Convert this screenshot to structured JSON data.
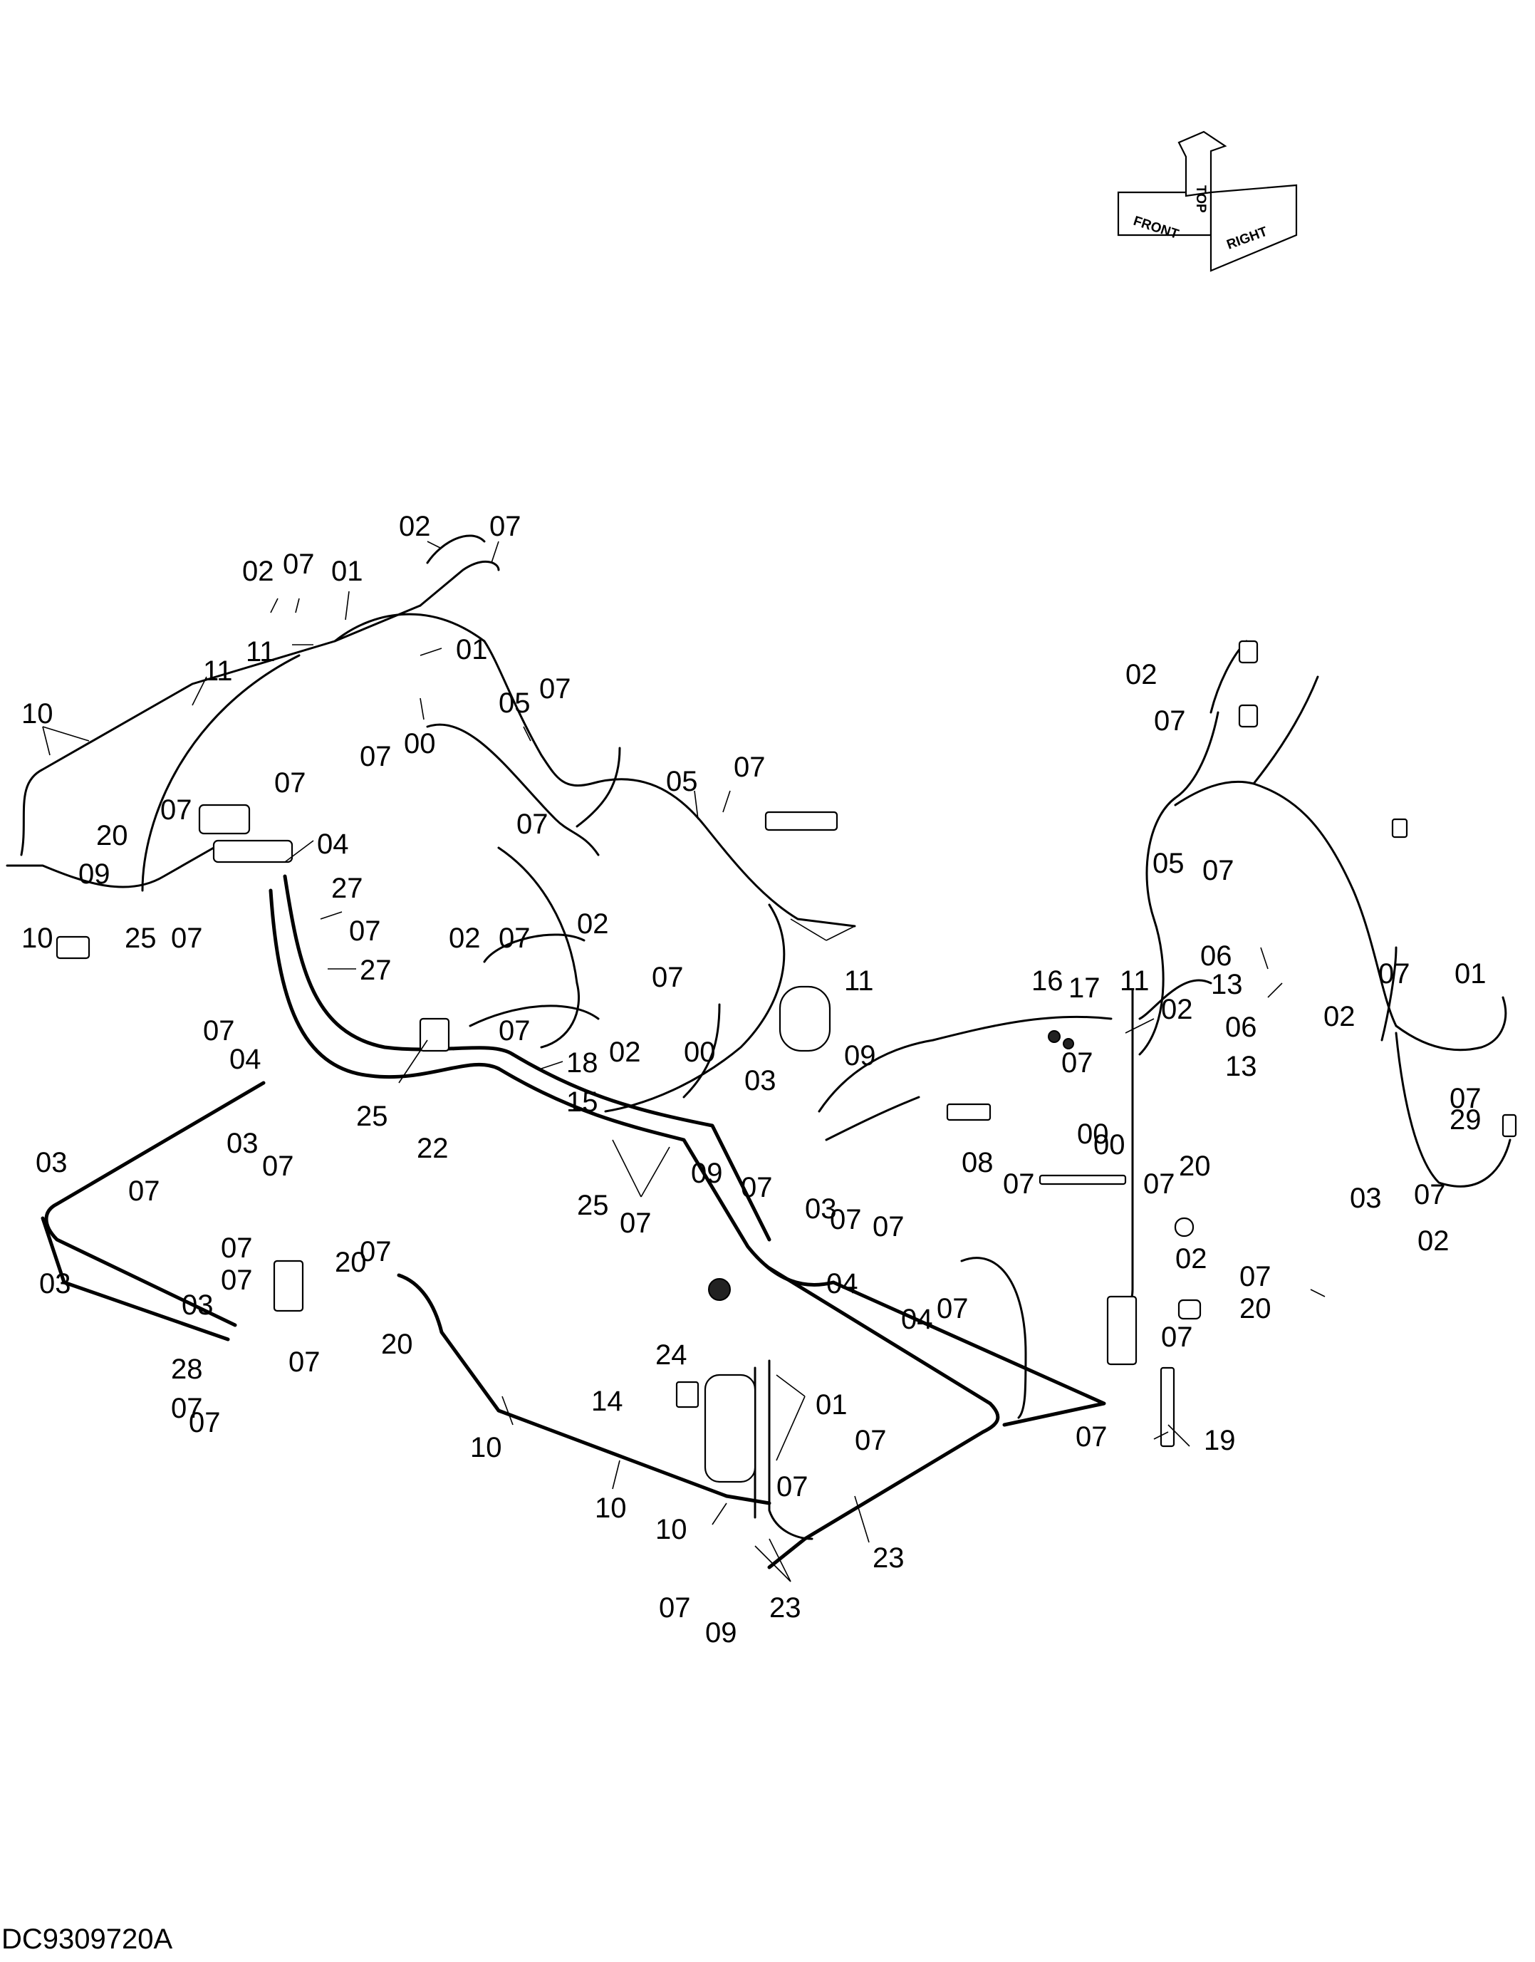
{
  "drawing_id": "DC9309720A",
  "orientation": {
    "top": "TOP",
    "front": "FRONT",
    "right": "RIGHT"
  },
  "callouts": [
    "02",
    "07",
    "02",
    "07",
    "01",
    "11",
    "01",
    "11",
    "10",
    "05",
    "07",
    "07",
    "00",
    "05",
    "07",
    "07",
    "07",
    "04",
    "20",
    "09",
    "27",
    "07",
    "02",
    "10",
    "25",
    "07",
    "07",
    "27",
    "02",
    "07",
    "07",
    "04",
    "07",
    "02",
    "11",
    "25",
    "18",
    "15",
    "22",
    "07",
    "00",
    "03",
    "07",
    "03",
    "07",
    "03",
    "07",
    "25",
    "07",
    "09",
    "07",
    "03",
    "07",
    "09",
    "08",
    "07",
    "03",
    "07",
    "02",
    "07",
    "05",
    "07",
    "06",
    "13",
    "16",
    "17",
    "11",
    "02",
    "07",
    "02",
    "01",
    "06",
    "13",
    "00",
    "07",
    "29",
    "07",
    "20",
    "07",
    "02",
    "07",
    "02",
    "20",
    "07",
    "03",
    "07",
    "20",
    "07",
    "03",
    "07",
    "20",
    "28",
    "07",
    "07",
    "04",
    "04",
    "07",
    "24",
    "14",
    "01",
    "10",
    "10",
    "10",
    "07",
    "07",
    "23",
    "07",
    "09",
    "23",
    "07",
    "19",
    "07",
    "00"
  ]
}
